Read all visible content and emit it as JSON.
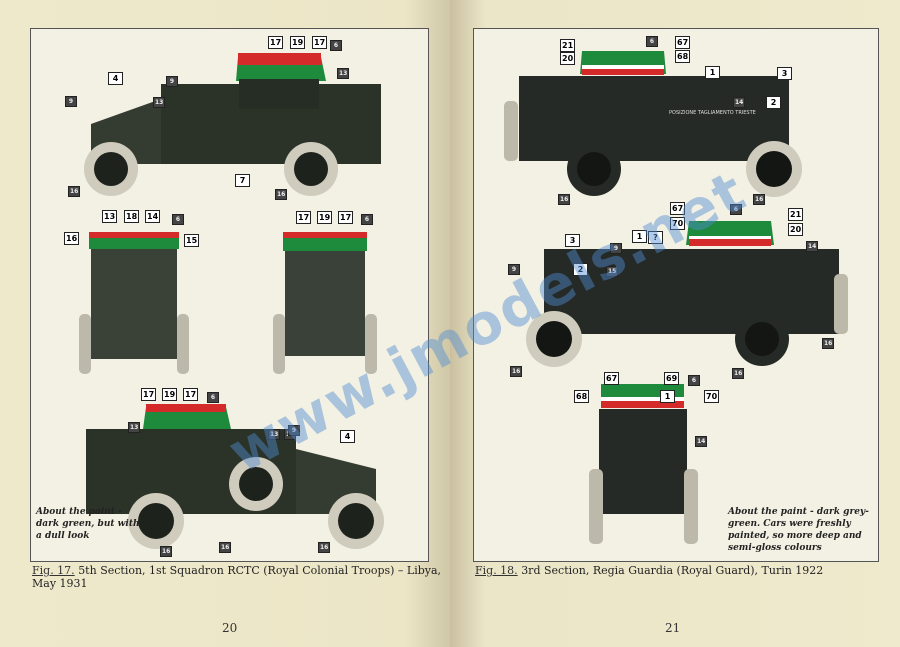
{
  "left_page": {
    "caption_fig": "Fig. 17.",
    "caption": "5th Section, 1st Squadron RCTC (Royal Colonial Troops) – Libya, May 1931",
    "note": "About the paint - dark green, but with a dull look",
    "page_number": "20",
    "callouts": [
      "17",
      "19",
      "17",
      "6",
      "4",
      "9",
      "9",
      "13",
      "13",
      "16",
      "7",
      "16",
      "13",
      "18",
      "14",
      "6",
      "16",
      "15",
      "17",
      "19",
      "17",
      "6",
      "17",
      "19",
      "17",
      "6",
      "13",
      "13",
      "15",
      "9",
      "4",
      "16",
      "16",
      "16"
    ]
  },
  "right_page": {
    "caption_fig": "Fig. 18.",
    "caption": "3rd Section, Regia Guardia (Royal Guard), Turin 1922",
    "note": "About the paint - dark grey-green. Cars were freshly painted, so more deep and semi-gloss colours",
    "page_number": "21",
    "vehicle_text": "POSIZIONE TAGLIAMENTO TRIESTE",
    "callouts": [
      "21",
      "20",
      "6",
      "67",
      "68",
      "1",
      "3",
      "2",
      "14",
      "16",
      "16",
      "67",
      "6",
      "70",
      "21",
      "20",
      "14",
      "1",
      "?",
      "9",
      "3",
      "2",
      "15",
      "9",
      "16",
      "16",
      "16",
      "67",
      "69",
      "6",
      "68",
      "1",
      "70",
      "14"
    ]
  },
  "watermark": "www.jmodels.net",
  "colors": {
    "vehicle_green": "#2b3329",
    "vehicle_grey_green": "#262a26",
    "flag_green": "#1e8a3c",
    "flag_red": "#d42a2a"
  }
}
